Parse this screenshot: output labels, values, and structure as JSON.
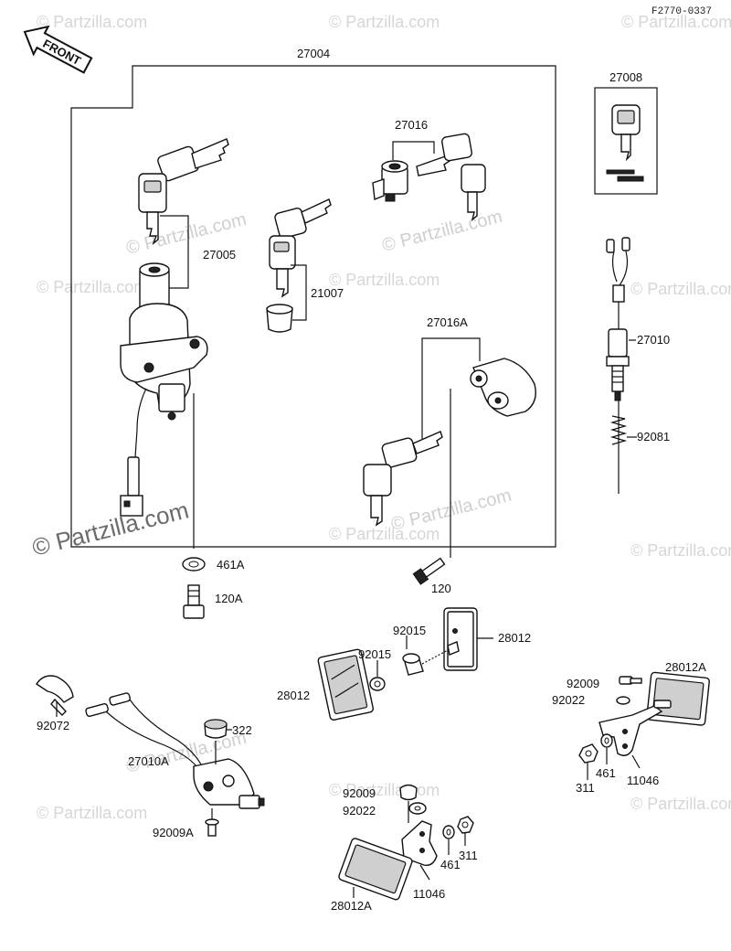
{
  "diagram_code": "F2770-0337",
  "front_label": "FRONT",
  "watermark": "© Partzilla.com",
  "parts": {
    "p27004": "27004",
    "p27005": "27005",
    "p27016": "27016",
    "p27008": "27008",
    "p21007": "21007",
    "p27010": "27010",
    "p27016A": "27016A",
    "p92081": "92081",
    "p461A": "461A",
    "p120A": "120A",
    "p120": "120",
    "p92015a": "92015",
    "p92015b": "92015",
    "p28012a": "28012",
    "p28012b": "28012",
    "p28012A_right": "28012A",
    "p92009_right": "92009",
    "p92022_right": "92022",
    "p461_right": "461",
    "p311_right": "311",
    "p11046_right": "11046",
    "p92072": "92072",
    "p322": "322",
    "p27010A": "27010A",
    "p92009A": "92009A",
    "p92009_mid": "92009",
    "p92022_mid": "92022",
    "p461_mid": "461",
    "p311_mid": "311",
    "p11046_mid": "11046",
    "p28012A_mid": "28012A"
  }
}
